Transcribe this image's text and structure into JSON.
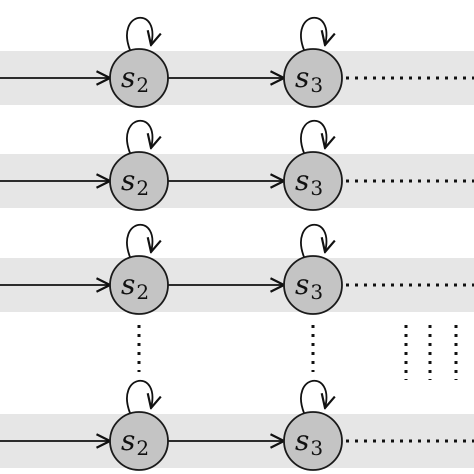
{
  "rows": [
    {
      "nodes": [
        {
          "name": "s",
          "sub": "2"
        },
        {
          "name": "s",
          "sub": "3"
        }
      ]
    },
    {
      "nodes": [
        {
          "name": "s",
          "sub": "2"
        },
        {
          "name": "s",
          "sub": "3"
        }
      ]
    },
    {
      "nodes": [
        {
          "name": "s",
          "sub": "2"
        },
        {
          "name": "s",
          "sub": "3"
        }
      ]
    },
    {
      "nodes": [
        {
          "name": "s",
          "sub": "2"
        },
        {
          "name": "s",
          "sub": "3"
        }
      ]
    }
  ],
  "colors": {
    "band": "#e6e6e6",
    "node_fill": "#c4c4c4",
    "stroke": "#111111"
  }
}
